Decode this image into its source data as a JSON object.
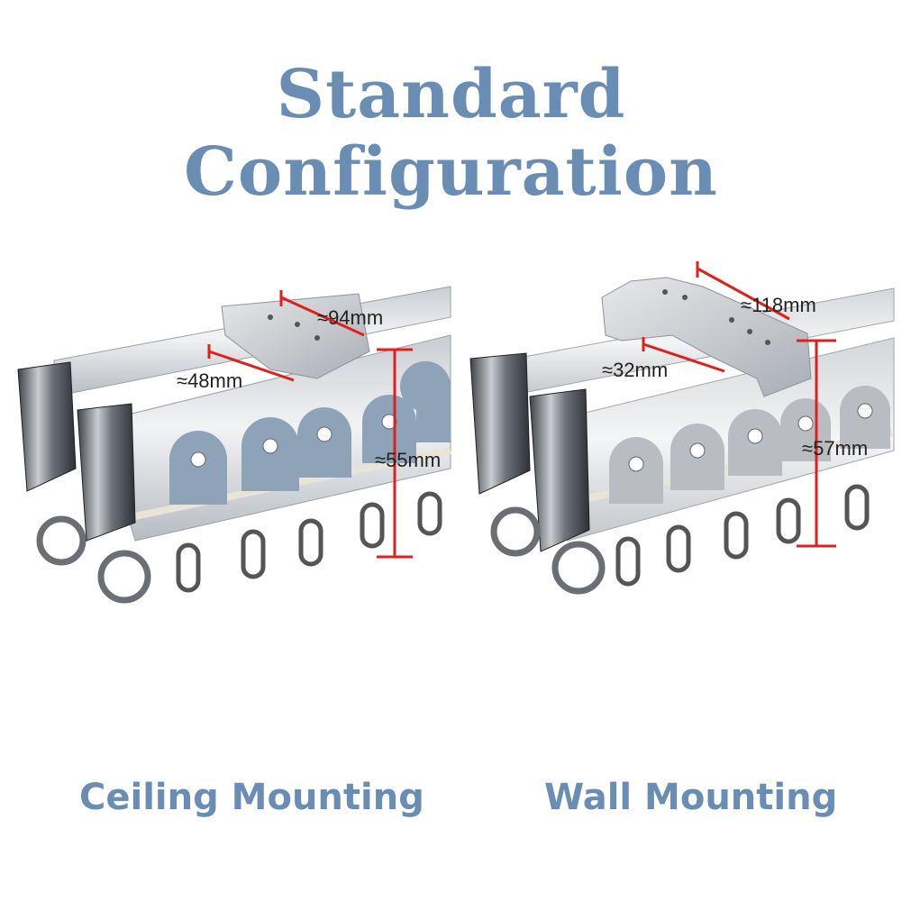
{
  "title": "Standard Configuration",
  "captions": {
    "left": "Ceiling Mounting",
    "right": "Wall Mounting"
  },
  "dimensions": {
    "left": {
      "bracket_length": "≈94mm",
      "track_width": "≈48mm",
      "height": "≈55mm"
    },
    "right": {
      "bracket_length": "≈118mm",
      "track_width": "≈32mm",
      "height": "≈57mm"
    }
  },
  "colors": {
    "title": "#6a8db4",
    "dimension_line": "#e0201c",
    "runner_left": "#8fa3b8",
    "runner_right": "#b9bcc0"
  }
}
